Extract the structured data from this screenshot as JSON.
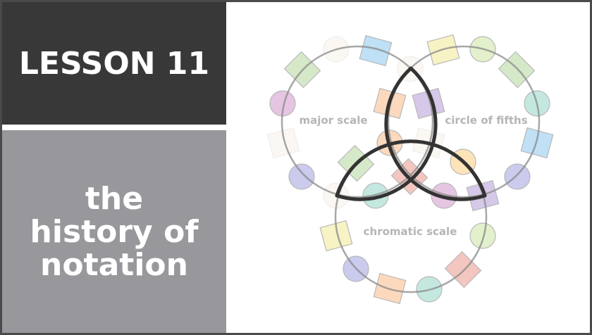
{
  "lesson": {
    "label": "LESSON 11"
  },
  "topic": {
    "lines": [
      "the",
      "history of",
      "notation"
    ]
  },
  "diagram": {
    "labels": {
      "major": "major scale",
      "fifths": "circle of fifths",
      "chromatic": "chromatic scale"
    },
    "colors": {
      "ring": "#8a8a8a",
      "knot": "#333333",
      "text": "#b5b5b5"
    }
  }
}
